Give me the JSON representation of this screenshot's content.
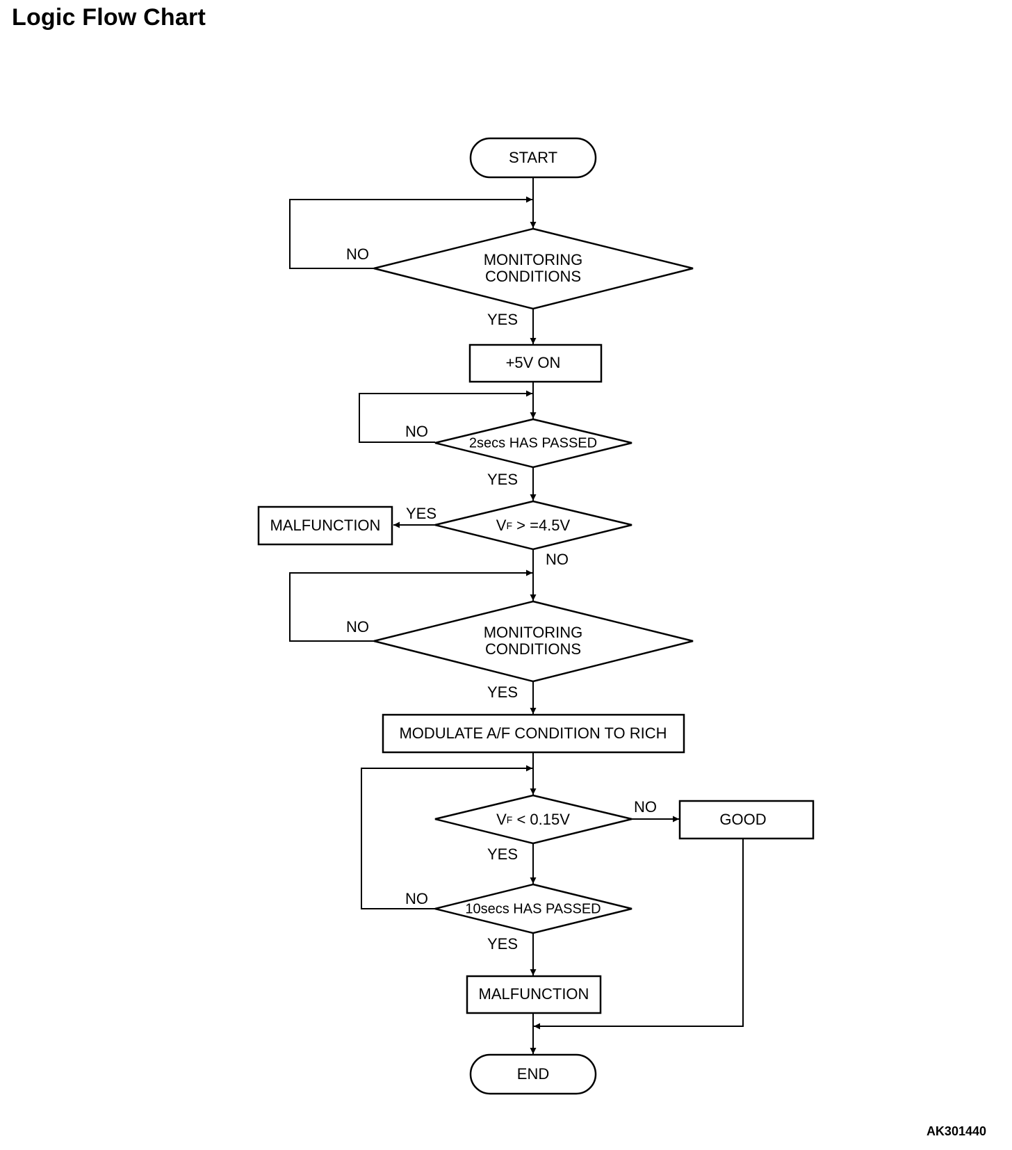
{
  "title": "Logic Flow Chart",
  "figure_code": "AK301440",
  "nodes": {
    "start": "START",
    "monitoring_1_l1": "MONITORING",
    "monitoring_1_l2": "CONDITIONS",
    "plus5v": "+5V ON",
    "two_secs": "2secs HAS PASSED",
    "vf_high_v": "V",
    "vf_high_sub": "F",
    "vf_high_rest": " > =4.5V",
    "malfunction_1": "MALFUNCTION",
    "monitoring_2_l1": "MONITORING",
    "monitoring_2_l2": "CONDITIONS",
    "modulate": "MODULATE A/F CONDITION TO RICH",
    "vf_low_v": "V",
    "vf_low_sub": "F",
    "vf_low_rest": " < 0.15V",
    "good": "GOOD",
    "ten_secs": "10secs HAS PASSED",
    "malfunction_2": "MALFUNCTION",
    "end": "END"
  },
  "edge_labels": {
    "mon1_no": "NO",
    "mon1_yes": "YES",
    "two_no": "NO",
    "two_yes": "YES",
    "vfh_yes": "YES",
    "vfh_no": "NO",
    "mon2_no": "NO",
    "mon2_yes": "YES",
    "vfl_no": "NO",
    "vfl_yes": "YES",
    "ten_no": "NO",
    "ten_yes": "YES"
  }
}
